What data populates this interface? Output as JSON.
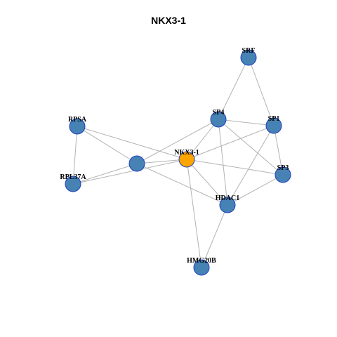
{
  "title": "NKX3-1",
  "colors": {
    "node_default": "#4682b4",
    "node_focus": "#ffa500",
    "node_border": "#1f3fbf",
    "edge": "#b3b3b3"
  },
  "nodes": [
    {
      "id": "NKX3-1",
      "label": "NKX3-1",
      "focus": true
    },
    {
      "id": "SRF",
      "label": "SRF"
    },
    {
      "id": "SP4",
      "label": "SP4"
    },
    {
      "id": "SP1",
      "label": "SP1"
    },
    {
      "id": "RPSA",
      "label": "RPSA"
    },
    {
      "id": "unlabeled",
      "label": ""
    },
    {
      "id": "RPL37A",
      "label": "RPL37A"
    },
    {
      "id": "SP3",
      "label": "SP3"
    },
    {
      "id": "HDAC1",
      "label": "HDAC1"
    },
    {
      "id": "HMG20B",
      "label": "HMG20B"
    }
  ],
  "edges": [
    [
      "SRF",
      "SP4"
    ],
    [
      "SRF",
      "SP1"
    ],
    [
      "SP4",
      "SP1"
    ],
    [
      "SP4",
      "NKX3-1"
    ],
    [
      "SP4",
      "unlabeled"
    ],
    [
      "SP4",
      "SP3"
    ],
    [
      "SP4",
      "HDAC1"
    ],
    [
      "SP1",
      "NKX3-1"
    ],
    [
      "SP1",
      "SP3"
    ],
    [
      "SP1",
      "HDAC1"
    ],
    [
      "RPSA",
      "RPL37A"
    ],
    [
      "RPSA",
      "unlabeled"
    ],
    [
      "RPSA",
      "NKX3-1"
    ],
    [
      "RPL37A",
      "unlabeled"
    ],
    [
      "RPL37A",
      "NKX3-1"
    ],
    [
      "unlabeled",
      "NKX3-1"
    ],
    [
      "unlabeled",
      "HDAC1"
    ],
    [
      "NKX3-1",
      "SP3"
    ],
    [
      "NKX3-1",
      "HDAC1"
    ],
    [
      "NKX3-1",
      "HMG20B"
    ],
    [
      "SP3",
      "HDAC1"
    ],
    [
      "HDAC1",
      "HMG20B"
    ]
  ]
}
